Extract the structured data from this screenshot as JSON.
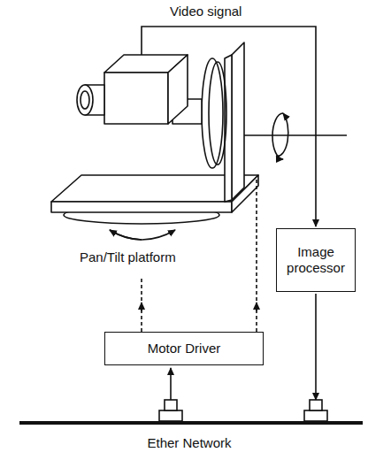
{
  "diagram": {
    "nodes": [
      {
        "text": [
          "Image processor"
        ]
      },
      {
        "text": [
          "Motor Driver"
        ]
      }
    ],
    "labels": [
      "Video signal",
      "Pan/Tilt platform",
      "Ether Network"
    ]
  }
}
